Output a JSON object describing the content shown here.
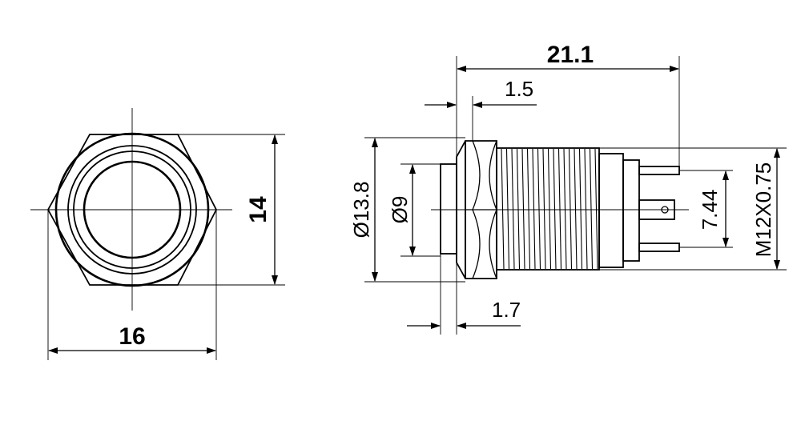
{
  "dimensions": {
    "width_hex": "16",
    "height_hex": "14",
    "total_length": "21.1",
    "head_thickness": "1.5",
    "flange_thickness": "1.7",
    "outer_diameter": "Ø13.8",
    "inner_diameter": "Ø9",
    "terminal_spacing": "7.44",
    "thread": "M12X0.75"
  },
  "colors": {
    "line": "#000000",
    "background": "#ffffff"
  }
}
